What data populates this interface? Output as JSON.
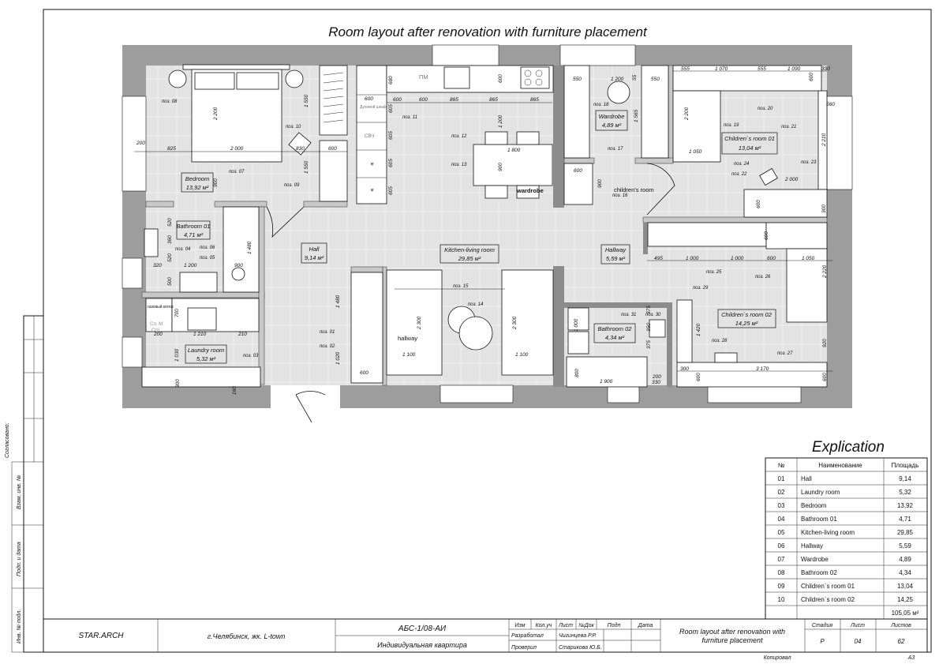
{
  "title": "Room layout after renovation with furniture placement",
  "rooms": [
    {
      "name": "Bedroom",
      "area": "13,92 м²"
    },
    {
      "name": "Bathroom 01",
      "area": "4,71 м²"
    },
    {
      "name": "Laundry room",
      "area": "5,32 м²"
    },
    {
      "name": "Hall",
      "area": "9,14 м²"
    },
    {
      "name": "Kitchen-living room",
      "area": "29,85 м²"
    },
    {
      "name": "Wardrobe",
      "area": "4,89 м²"
    },
    {
      "name": "Hallway",
      "area": "5,59 м²"
    },
    {
      "name": "Bathroom 02",
      "area": "4,34 м²"
    },
    {
      "name": "Children`s room 01",
      "area": "13,04 м²"
    },
    {
      "name": "Children`s room 02",
      "area": "14,25 м²"
    }
  ],
  "plan_notes": {
    "children_room": "children's room",
    "wardrobe": "wardrobe",
    "hallway": "hallway",
    "fridge": "ПМ",
    "oven": "Духовой шкаф",
    "microwave": "СВЧ",
    "boiler": "газовый котел",
    "washer": "Сл. М",
    "dryer": "СШ"
  },
  "positions": [
    "поз. 01",
    "поз. 02",
    "поз. 03",
    "поз. 04",
    "поз. 05",
    "поз. 06",
    "поз. 07",
    "поз. 08",
    "поз. 09",
    "поз. 10",
    "поз. 11",
    "поз. 12",
    "поз. 13",
    "поз. 14",
    "поз. 15",
    "поз. 16",
    "поз. 17",
    "поз. 18",
    "поз. 19",
    "поз. 20",
    "поз. 21",
    "поз. 22",
    "поз. 23",
    "поз. 24",
    "поз. 25",
    "поз. 26",
    "поз. 27",
    "поз. 28",
    "поз. 29",
    "поз. 30",
    "поз. 31"
  ],
  "dimensions": [
    "200",
    "825",
    "2 000",
    "830",
    "600",
    "1 550",
    "1 550",
    "2 200",
    "900",
    "600",
    "600",
    "865",
    "865",
    "865",
    "600",
    "680",
    "600",
    "1 200",
    "1 800",
    "900",
    "605",
    "605",
    "605",
    "605",
    "550",
    "1 200",
    "55",
    "550",
    "1 565",
    "600",
    "900",
    "555",
    "1 070",
    "555",
    "1 090",
    "330",
    "600",
    "560",
    "2 200",
    "2 210",
    "1 050",
    "2 000",
    "600",
    "300",
    "1 100",
    "1 100",
    "2 300",
    "2 300",
    "600",
    "1 480",
    "1 020",
    "1 900",
    "330",
    "495",
    "1 000",
    "1 000",
    "600",
    "1 050",
    "2 220",
    "600",
    "1 420",
    "920",
    "300",
    "3 170",
    "600",
    "600",
    "375",
    "350",
    "375",
    "1 000",
    "800",
    "520",
    "360",
    "520",
    "500",
    "320",
    "1 200",
    "900",
    "1 480",
    "700",
    "1 210",
    "200",
    "210",
    "1 030",
    "300",
    "160",
    "200"
  ],
  "explication": {
    "title": "Explication",
    "headers": [
      "№",
      "Наименование",
      "Площадь"
    ],
    "rows": [
      [
        "01",
        "Hall",
        "9,14"
      ],
      [
        "02",
        "Laundry room",
        "5,32"
      ],
      [
        "03",
        "Bedroom",
        "13,92"
      ],
      [
        "04",
        "Bathroom 01",
        "4,71"
      ],
      [
        "05",
        "Kitchen-living room",
        "29,85"
      ],
      [
        "06",
        "Hallway",
        "5,59"
      ],
      [
        "07",
        "Wardrobe",
        "4,89"
      ],
      [
        "08",
        "Bathroom 02",
        "4,34"
      ],
      [
        "09",
        "Children`s room 01",
        "13,04"
      ],
      [
        "10",
        "Children`s room 02",
        "14,25"
      ]
    ],
    "total": "105,05 м²"
  },
  "title_block": {
    "company": "STAR.ARCH",
    "address": "г.Челябинск, жк. L-town",
    "code": "АБС-1/08-АИ",
    "project": "Индивидуальная квартира",
    "headers": [
      "Изм",
      "Кол.уч",
      "Лист",
      "№Док",
      "Подп",
      "Дата"
    ],
    "developed_label": "Разработал",
    "developed_by": "Чигинцева Р.Р.",
    "checked_label": "Проверил",
    "checked_by": "Старикова Ю.Б.",
    "sheet_title_1": "Room layout after renovation with",
    "sheet_title_2": "furniture placement",
    "stage_label": "Стадия",
    "sheet_label": "Лист",
    "sheets_label": "Листов",
    "stage": "Р",
    "sheet": "04",
    "sheets": "62",
    "copied": "Копировал",
    "format": "А3"
  },
  "side_stamp": {
    "agreed": "Согласовано:",
    "inv_replace": "Взам. инв. №",
    "sign_date": "Подп. и дата",
    "inv_orig": "Инв. № подл."
  }
}
